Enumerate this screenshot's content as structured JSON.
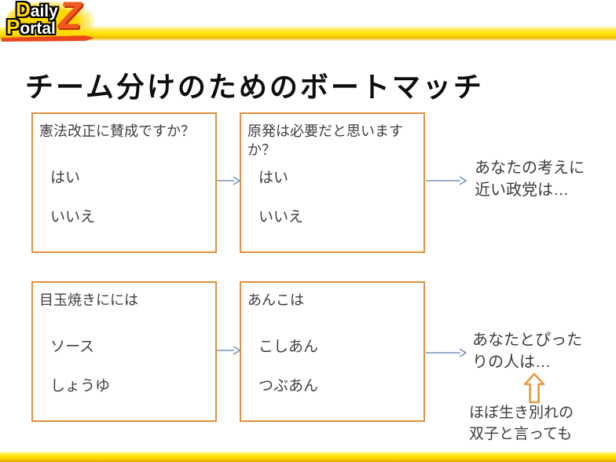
{
  "logo": {
    "line1_cap": "D",
    "line1_rest": "aily",
    "line2_cap": "P",
    "line2_rest": "ortal",
    "z": "Z"
  },
  "title": "チーム分けのためのボートマッチ",
  "colors": {
    "box_border": "#E2903D",
    "arrow_blue": "#7393B9",
    "band_yellow": "#FFDF00",
    "logo_orange": "#F05A22",
    "logo_yellow": "#FFD800"
  },
  "flow": {
    "rows": [
      {
        "boxes": [
          {
            "question": "憲法改正に賛成ですか？",
            "options": [
              "はい",
              "いいえ"
            ]
          },
          {
            "question": "原発は必要だと思います\nか？",
            "options": [
              "はい",
              "いいえ"
            ]
          }
        ],
        "result": "あなたの考えに\n近い政党は…"
      },
      {
        "boxes": [
          {
            "question": "目玉焼きにには",
            "options": [
              "ソース",
              "しょうゆ"
            ]
          },
          {
            "question": "あんこは",
            "options": [
              "こしあん",
              "つぶあん"
            ]
          }
        ],
        "result": "あなたとぴった\nりの人は…",
        "annotation": "ほぼ生き別れの\n双子と言っても"
      }
    ]
  }
}
